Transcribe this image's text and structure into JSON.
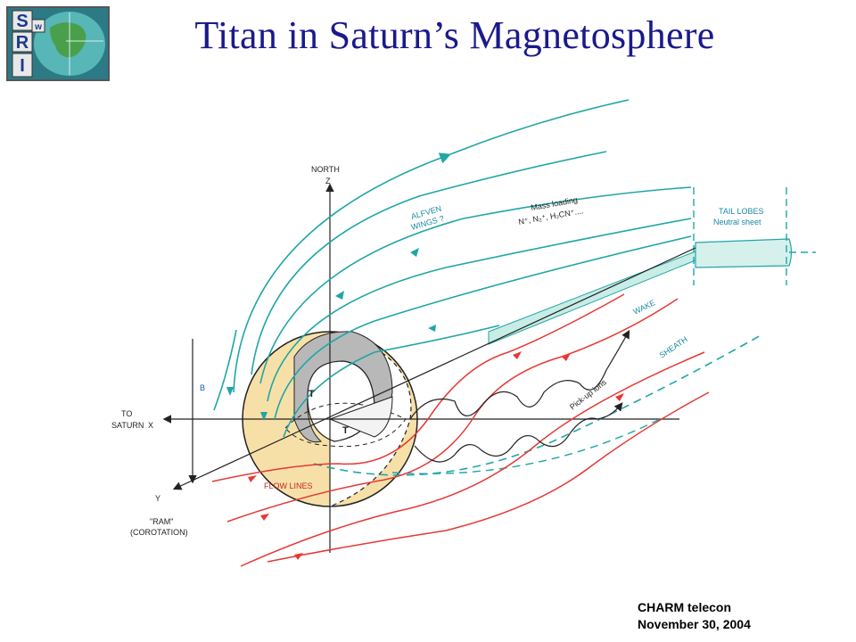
{
  "title": "Titan in Saturn’s Magnetosphere",
  "logo": {
    "letters": [
      "S",
      "w",
      "R",
      "I"
    ]
  },
  "diagram": {
    "north_label": "NORTH",
    "z_label": "Z",
    "to_saturn_line1": "TO",
    "to_saturn_line2": "SATURN",
    "x_label": "X",
    "y_label": "Y",
    "b_label": "B",
    "ram_line1": "\"RAM\"",
    "ram_line2": "(COROTATION)",
    "alfven_line1": "ALFVEN",
    "alfven_line2": "WINGS ?",
    "mass_loading_line1": "Mass loading",
    "mass_loading_line2": "N⁺, N₂⁺, H₂CN⁺....",
    "tail_lobes_line1": "TAIL LOBES",
    "tail_lobes_line2": "Neutral sheet",
    "wake": "WAKE",
    "sheath": "SHEATH",
    "pickup_ions": "Pick-up ions",
    "flow_lines": "FLOW LINES",
    "t_upper": "T",
    "t_lower": "T"
  },
  "footer": {
    "line1": "CHARM telecon",
    "line2": "November 30, 2004"
  },
  "colors": {
    "title": "#1a1a8c",
    "cyan": "#1fa6a6",
    "red": "#e53935",
    "titan_fill": "#f7e0a8",
    "ionosphere": "#b8b8b8"
  }
}
